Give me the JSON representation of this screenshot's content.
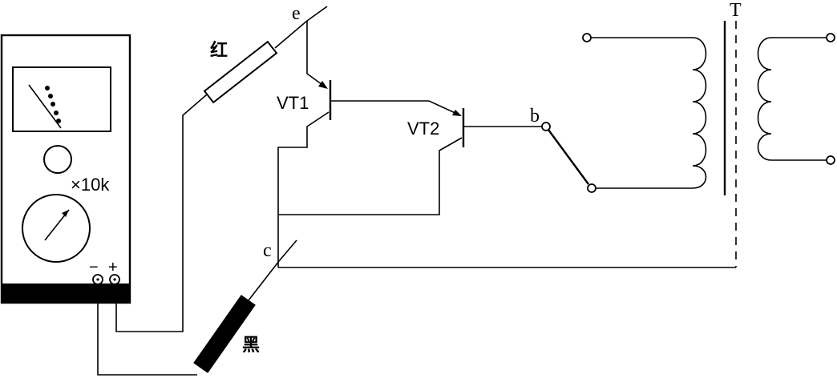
{
  "labels": {
    "emitter": "e",
    "collector": "c",
    "base": "b",
    "transformer": "T",
    "transistor1": "VT1",
    "transistor2": "VT2",
    "red_probe": "红",
    "black_probe": "黑",
    "range": "×10k",
    "minus": "−",
    "plus": "+"
  }
}
